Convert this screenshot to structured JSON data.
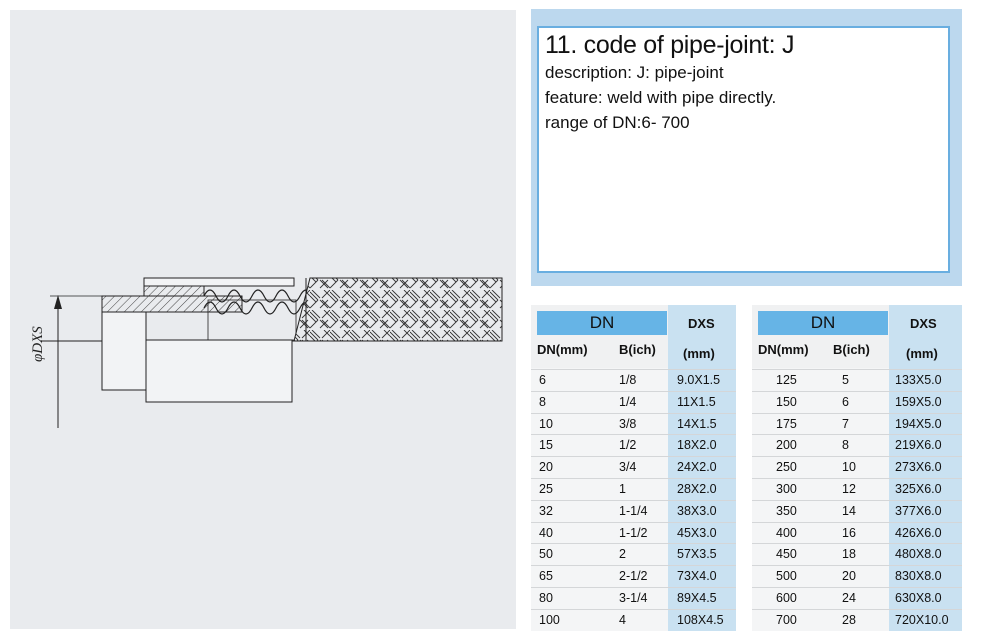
{
  "drawing": {
    "dimension_label": "φDXS"
  },
  "info": {
    "title": "11. code of pipe-joint: J",
    "description": "description: J: pipe-joint",
    "feature": "feature: weld with pipe directly.",
    "range": "range of DN:6- 700"
  },
  "table_left": {
    "group_header": "DN",
    "dxs_header": "DXS",
    "col_dn": "DN(mm)",
    "col_b": "B(ich)",
    "col_unit": "(mm)",
    "rows": [
      [
        "6",
        "1/8",
        "9.0X1.5"
      ],
      [
        "8",
        "1/4",
        "11X1.5"
      ],
      [
        "10",
        "3/8",
        "14X1.5"
      ],
      [
        "15",
        "1/2",
        "18X2.0"
      ],
      [
        "20",
        "3/4",
        "24X2.0"
      ],
      [
        "25",
        "1",
        "28X2.0"
      ],
      [
        "32",
        "1-1/4",
        "38X3.0"
      ],
      [
        "40",
        "1-1/2",
        "45X3.0"
      ],
      [
        "50",
        "2",
        "57X3.5"
      ],
      [
        "65",
        "2-1/2",
        "73X4.0"
      ],
      [
        "80",
        "3-1/4",
        "89X4.5"
      ],
      [
        "100",
        "4",
        "108X4.5"
      ]
    ]
  },
  "table_right": {
    "group_header": "DN",
    "dxs_header": "DXS",
    "col_dn": "DN(mm)",
    "col_b": "B(ich)",
    "col_unit": "(mm)",
    "rows": [
      [
        "125",
        "5",
        "133X5.0"
      ],
      [
        "150",
        "6",
        "159X5.0"
      ],
      [
        "175",
        "7",
        "194X5.0"
      ],
      [
        "200",
        "8",
        "219X6.0"
      ],
      [
        "250",
        "10",
        "273X6.0"
      ],
      [
        "300",
        "12",
        "325X6.0"
      ],
      [
        "350",
        "14",
        "377X6.0"
      ],
      [
        "400",
        "16",
        "426X6.0"
      ],
      [
        "450",
        "18",
        "480X8.0"
      ],
      [
        "500",
        "20",
        "830X8.0"
      ],
      [
        "600",
        "24",
        "630X8.0"
      ],
      [
        "700",
        "28",
        "720X10.0"
      ]
    ]
  }
}
